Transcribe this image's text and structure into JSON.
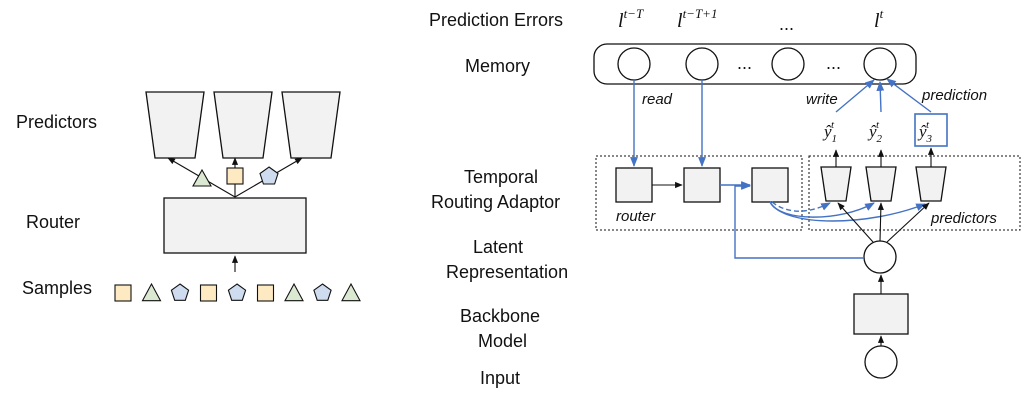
{
  "colors": {
    "accent_blue": "#4472c4",
    "box_fill": "#f2f2f2",
    "square_fill": "#fde9c2",
    "triangle_fill": "#dbe9d2",
    "pentagon_fill": "#cfdcf0",
    "outline": "#111111"
  },
  "left": {
    "predictors_label": "Predictors",
    "router_label": "Router",
    "samples_label": "Samples",
    "sample_shapes": [
      "square",
      "triangle",
      "pentagon",
      "square",
      "pentagon",
      "square",
      "triangle",
      "pentagon",
      "triangle"
    ]
  },
  "right": {
    "row_labels": {
      "prediction_errors": "Prediction Errors",
      "memory": "Memory",
      "tra_line1": "Temporal",
      "tra_line2": "Routing Adaptor",
      "latent_line1": "Latent",
      "latent_line2": "Representation",
      "backbone_line1": "Backbone",
      "backbone_line2": "Model",
      "input": "Input"
    },
    "error_labels": {
      "first": "l",
      "first_sup": "t−T",
      "second": "l",
      "second_sup": "t−T+1",
      "ellipsis": "...",
      "last": "l",
      "last_sup": "t"
    },
    "memory_ellipses": [
      "...",
      "..."
    ],
    "arrow_labels": {
      "read": "read",
      "write": "write",
      "prediction": "prediction"
    },
    "group_labels": {
      "router": "router",
      "predictors": "predictors"
    },
    "outputs": [
      {
        "base": "ŷ",
        "sub": "1",
        "sup": "t"
      },
      {
        "base": "ŷ",
        "sub": "2",
        "sup": "t"
      },
      {
        "base": "ŷ",
        "sub": "3",
        "sup": "t"
      }
    ]
  }
}
